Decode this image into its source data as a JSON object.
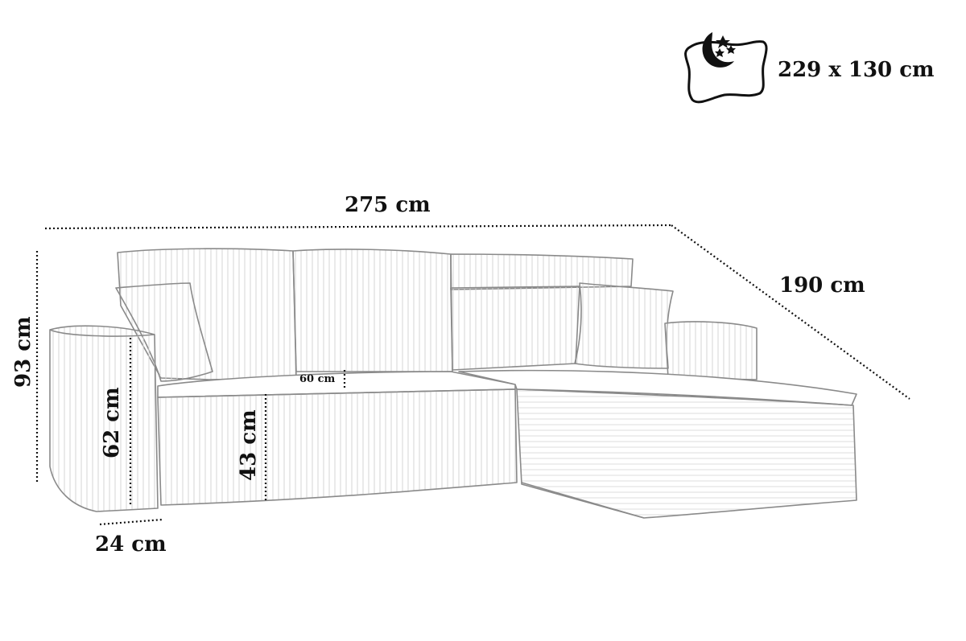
{
  "dimensions": {
    "bed_size": "229 x 130 cm",
    "total_width": "275 cm",
    "depth": "190 cm",
    "height": "93 cm",
    "armrest_height": "62 cm",
    "seat_height": "43 cm",
    "seat_depth": "60 cm",
    "armrest_width": "24 cm"
  },
  "icons": {
    "bed_function": "moon-stars-pillow-icon"
  },
  "colors": {
    "line": "#111111",
    "sketch": "#8a8a8a",
    "background": "#ffffff"
  }
}
